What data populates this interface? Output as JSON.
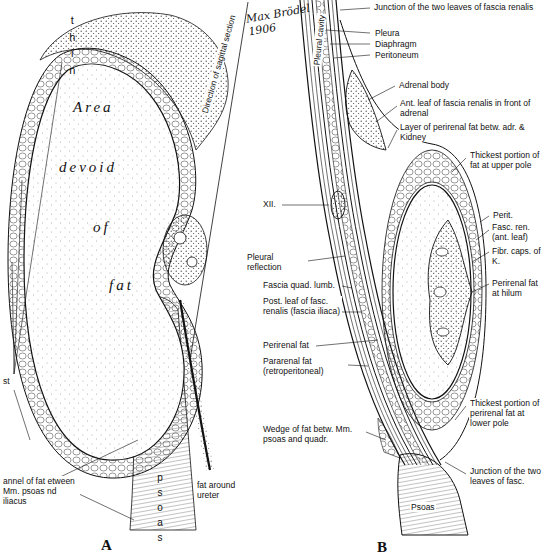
{
  "diagram": {
    "labels": [
      "thin",
      "Area",
      "devoid",
      "of",
      "fat",
      "Direction of sagittal section",
      "Max Brödel 1906",
      "st",
      "annel of fat etween Mm. psoas nd iliacus",
      "psoas",
      "fat around ureter",
      "A",
      "Pleural cavity",
      "Junction of the two leaves of fascia renalis",
      "Pleura",
      "Diaphragm",
      "Peritoneum",
      "Adrenal body",
      "Ant. leaf of fascia renalis in front of adrenal",
      "Layer of perirenal fat betw. adr. & Kidney",
      "Thickest portion of fat at upper pole",
      "XII.",
      "Perit.",
      "Fasc. ren. (ant. leaf)",
      "Fibr. caps. of K.",
      "Pleural reflection",
      "Fascia quad. lumb.",
      "Post. leaf of fasc. renalis (fascia iliaca)",
      "Perirenal fat at hilum",
      "Perirenal fat",
      "Pararenal fat (retroperitoneal)",
      "Thickest portion of perirenal fat at lower pole",
      "Wedge of fat betw. Mm. psoas and quadr.",
      "Junction of the two leaves of fasc.",
      "Psoas",
      "B"
    ]
  }
}
